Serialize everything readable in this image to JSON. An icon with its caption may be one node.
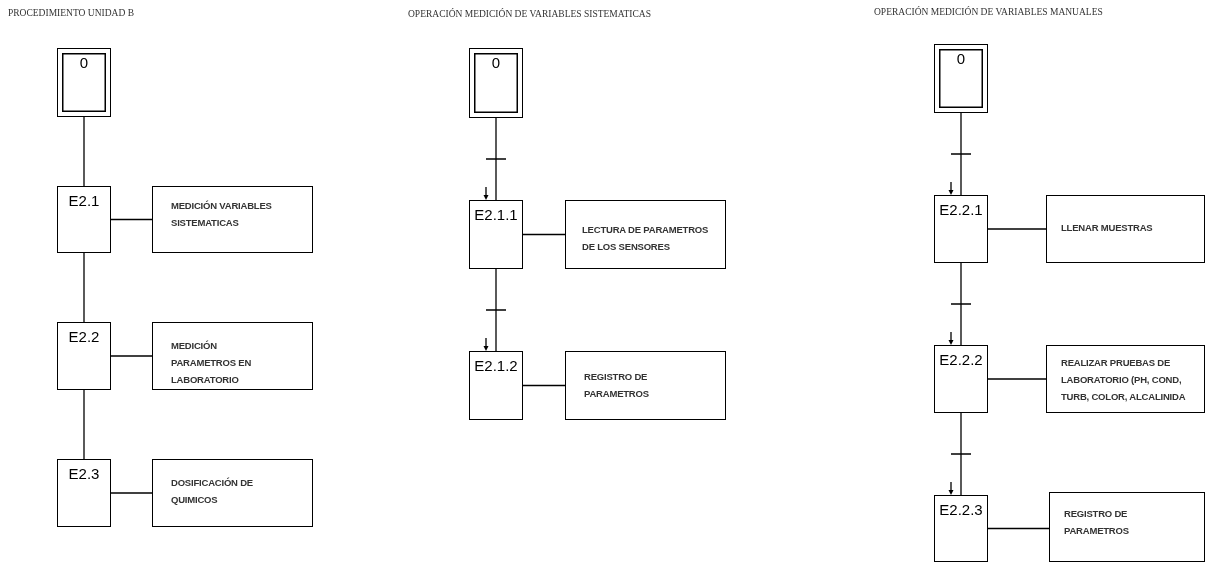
{
  "diagram": {
    "nodes": [
      {
        "text": [
          "0"
        ]
      },
      {
        "text": [
          "E2.1"
        ]
      },
      {
        "text": [
          "MEDICIÓN VARIABLES SISTEMATICAS"
        ]
      },
      {
        "text": [
          "E2.2"
        ]
      },
      {
        "text": [
          "MEDICIÓN PARAMETROS EN LABORATORIO"
        ]
      },
      {
        "text": [
          "E2.3"
        ]
      },
      {
        "text": [
          "DOSIFICACIÓN DE QUIMICOS"
        ]
      },
      {
        "text": [
          "0"
        ]
      },
      {
        "text": [
          "E2.1.1"
        ]
      },
      {
        "text": [
          "LECTURA DE PARAMETROS DE LOS SENSORES"
        ]
      },
      {
        "text": [
          "E2.1.2"
        ]
      },
      {
        "text": [
          "REGISTRO DE PARAMETROS"
        ]
      },
      {
        "text": [
          "0"
        ]
      },
      {
        "text": [
          "E2.2.1"
        ]
      },
      {
        "text": [
          "LLENAR MUESTRAS"
        ]
      },
      {
        "text": [
          "E2.2.2"
        ]
      },
      {
        "text": [
          "REALIZAR PRUEBAS DE LABORATORIO (PH, COND, TURB, COLOR, ALCALINIDA"
        ]
      },
      {
        "text": [
          "E2.2.3"
        ]
      },
      {
        "text": [
          "REGISTRO DE PARAMETROS"
        ]
      }
    ],
    "edges": [
      {
        "from": 0,
        "to": 1,
        "arrow": "none"
      },
      {
        "from": 1,
        "to": 3,
        "arrow": "none"
      },
      {
        "from": 3,
        "to": 5,
        "arrow": "none"
      },
      {
        "from": 1,
        "to": 2,
        "arrow": "none"
      },
      {
        "from": 3,
        "to": 4,
        "arrow": "none"
      },
      {
        "from": 5,
        "to": 6,
        "arrow": "none"
      },
      {
        "from": 7,
        "to": 8,
        "arrow": "none"
      },
      {
        "from": 8,
        "to": 10,
        "arrow": "none"
      },
      {
        "from": 8,
        "to": 9,
        "arrow": "none"
      },
      {
        "from": 10,
        "to": 11,
        "arrow": "none"
      },
      {
        "from": 12,
        "to": 13,
        "arrow": "none"
      },
      {
        "from": 13,
        "to": 15,
        "arrow": "none"
      },
      {
        "from": 15,
        "to": 17,
        "arrow": "none"
      },
      {
        "from": 13,
        "to": 14,
        "arrow": "none"
      },
      {
        "from": 15,
        "to": 16,
        "arrow": "none"
      },
      {
        "from": 17,
        "to": 18,
        "arrow": "none"
      }
    ],
    "labels": [
      "PROCEDIMIENTO UNIDAD B",
      "OPERACIÓN MEDICIÓN DE VARIABLES SISTEMATICAS",
      "OPERACIÓN MEDICIÓN DE VARIABLES MANUALES"
    ]
  }
}
